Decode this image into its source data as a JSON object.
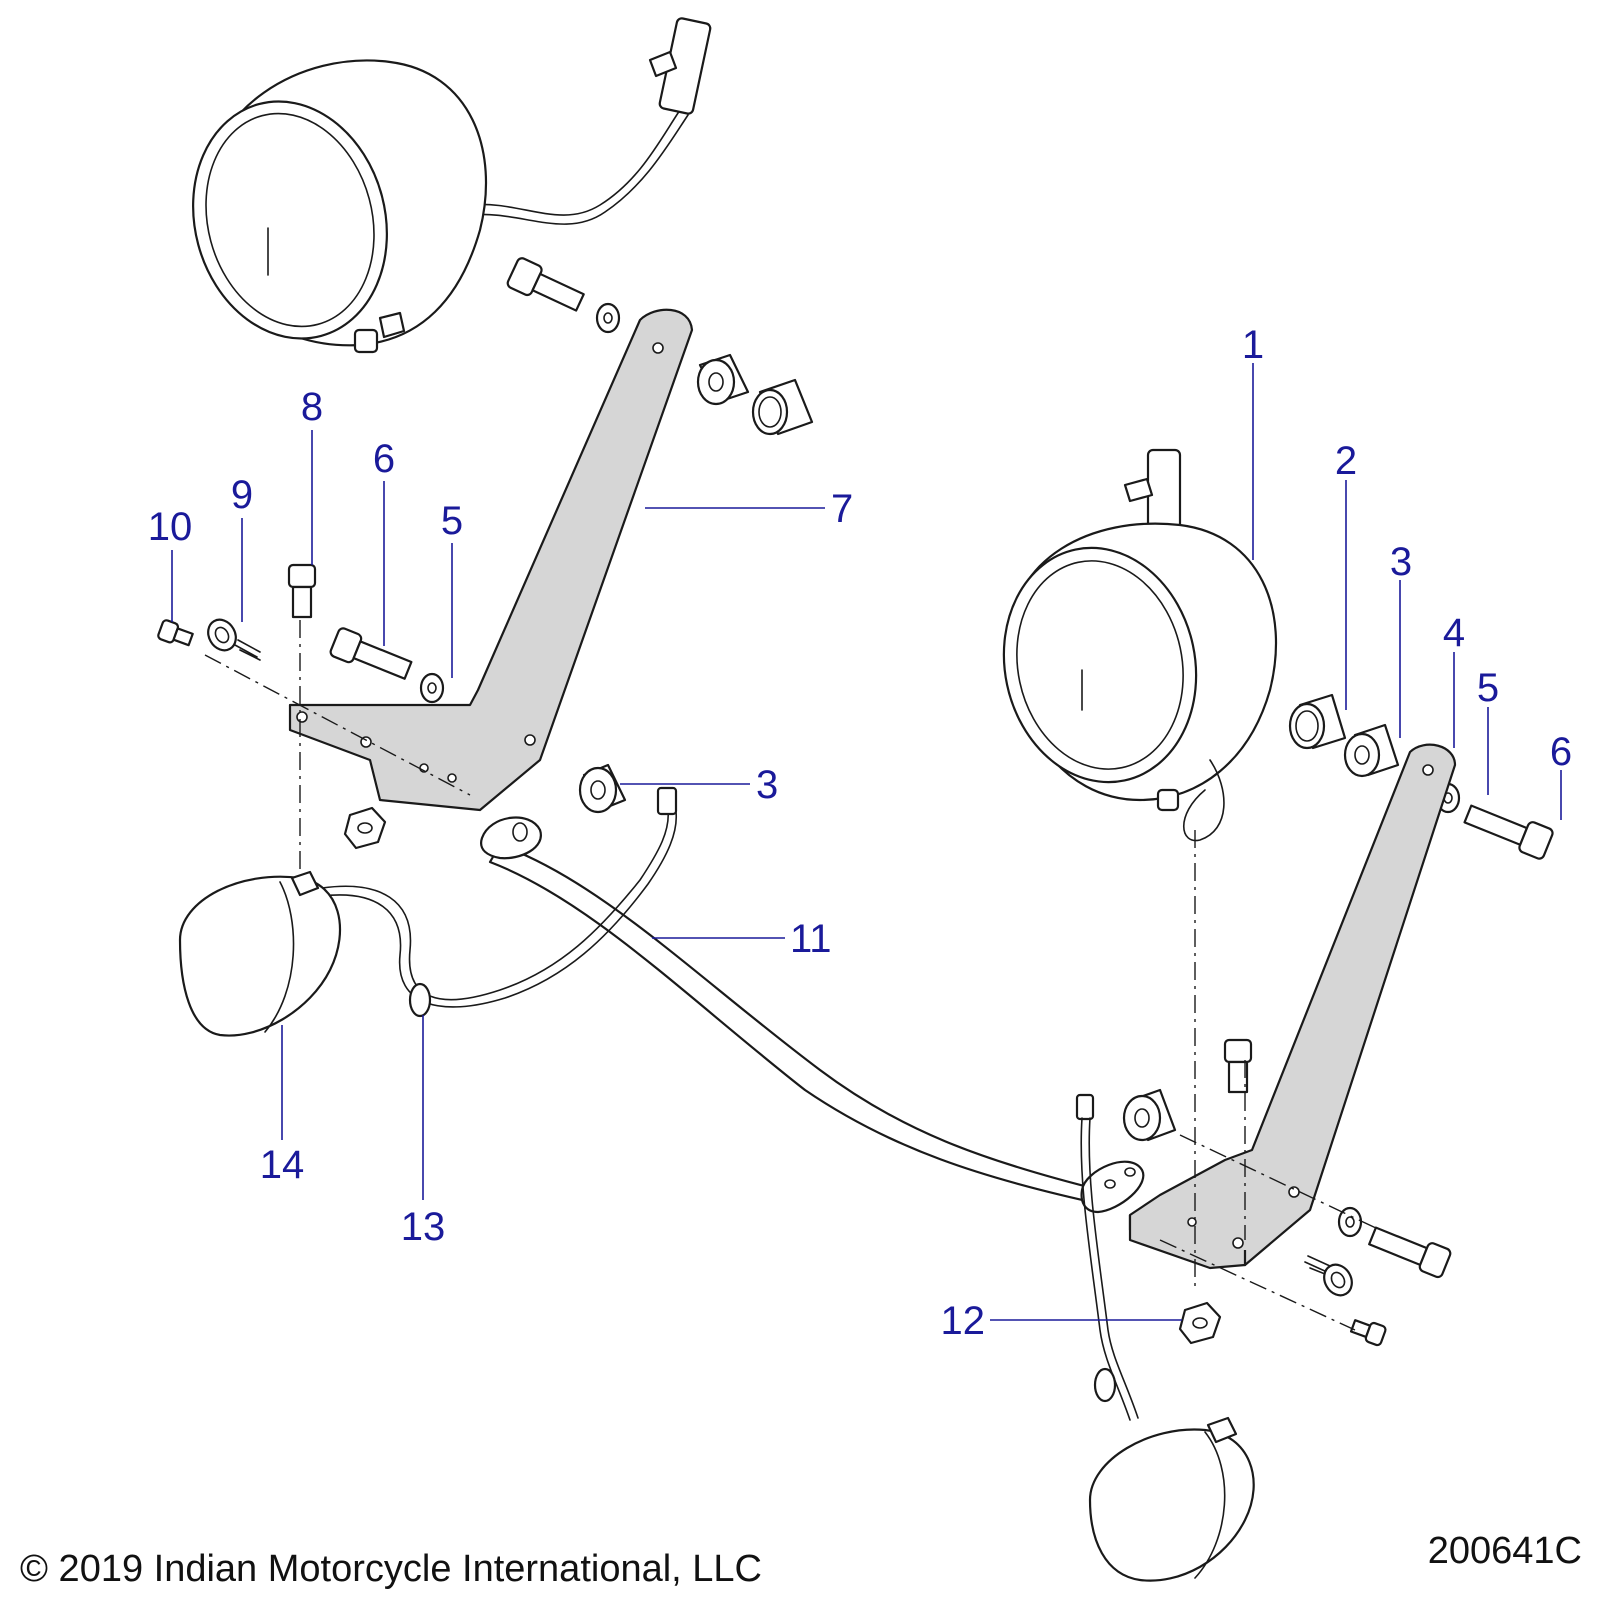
{
  "colors": {
    "callout": "#1a1a9a",
    "line": "#1a1a1a",
    "bracket_fill": "#d6d6d6"
  },
  "callouts": {
    "c1": "1",
    "c2": "2",
    "c3a": "3",
    "c3b": "3",
    "c4": "4",
    "c5a": "5",
    "c5b": "5",
    "c6a": "6",
    "c6b": "6",
    "c7": "7",
    "c8": "8",
    "c9": "9",
    "c10": "10",
    "c11": "11",
    "c12": "12",
    "c13": "13",
    "c14": "14"
  },
  "footer": {
    "copyright": "© 2019 Indian Motorcycle International, LLC",
    "drawing_number": "200641C"
  }
}
